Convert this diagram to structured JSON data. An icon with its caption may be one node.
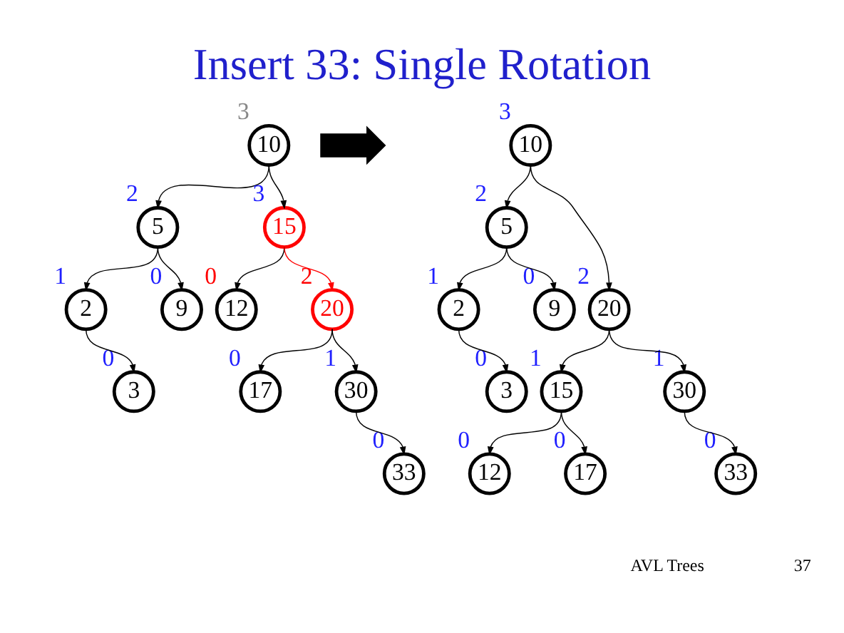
{
  "diagram": {
    "title": "Insert 33: Single Rotation",
    "nodes": [
      {
        "text": [
          "10"
        ],
        "beside": [
          "3"
        ]
      },
      {
        "text": [
          "5"
        ],
        "beside": [
          "2"
        ]
      },
      {
        "text": [
          "15"
        ],
        "beside": [
          "3"
        ]
      },
      {
        "text": [
          "2"
        ],
        "beside": [
          "1"
        ]
      },
      {
        "text": [
          "9"
        ],
        "beside": [
          "0"
        ]
      },
      {
        "text": [
          "12"
        ],
        "beside": [
          "0"
        ]
      },
      {
        "text": [
          "20"
        ],
        "beside": [
          "2"
        ]
      },
      {
        "text": [
          "3"
        ],
        "beside": [
          "0"
        ]
      },
      {
        "text": [
          "17"
        ],
        "beside": [
          "0"
        ]
      },
      {
        "text": [
          "30"
        ],
        "beside": [
          "1"
        ]
      },
      {
        "text": [
          "33"
        ],
        "beside": [
          "0"
        ]
      },
      {
        "text": [
          "10"
        ],
        "beside": [
          "3"
        ]
      },
      {
        "text": [
          "5"
        ],
        "beside": [
          "2"
        ]
      },
      {
        "text": [
          "20"
        ],
        "beside": [
          "2"
        ]
      },
      {
        "text": [
          "2"
        ],
        "beside": [
          "1"
        ]
      },
      {
        "text": [
          "9"
        ],
        "beside": [
          "0"
        ]
      },
      {
        "text": [
          "15"
        ],
        "beside": [
          "1"
        ]
      },
      {
        "text": [
          "30"
        ],
        "beside": [
          "1"
        ]
      },
      {
        "text": [
          "3"
        ],
        "beside": [
          "0"
        ]
      },
      {
        "text": [
          "12"
        ],
        "beside": [
          "0"
        ]
      },
      {
        "text": [
          "17"
        ],
        "beside": [
          "0"
        ]
      },
      {
        "text": [
          "33"
        ],
        "beside": [
          "0"
        ]
      },
      {
        "text": [],
        "shape": "arrow"
      }
    ],
    "edges": [
      {
        "from": 0,
        "to": 1,
        "arrow": "to"
      },
      {
        "from": 0,
        "to": 2,
        "arrow": "to"
      },
      {
        "from": 1,
        "to": 3,
        "arrow": "to"
      },
      {
        "from": 1,
        "to": 4,
        "arrow": "to"
      },
      {
        "from": 2,
        "to": 5,
        "arrow": "to"
      },
      {
        "from": 2,
        "to": 6,
        "arrow": "to",
        "color": "#ff0000"
      },
      {
        "from": 3,
        "to": 7,
        "arrow": "to"
      },
      {
        "from": 6,
        "to": 8,
        "arrow": "to"
      },
      {
        "from": 6,
        "to": 9,
        "arrow": "to"
      },
      {
        "from": 9,
        "to": 10,
        "arrow": "to"
      },
      {
        "from": 11,
        "to": 12,
        "arrow": "to"
      },
      {
        "from": 11,
        "to": 13,
        "arrow": "to"
      },
      {
        "from": 12,
        "to": 14,
        "arrow": "to"
      },
      {
        "from": 12,
        "to": 15,
        "arrow": "to"
      },
      {
        "from": 13,
        "to": 16,
        "arrow": "to"
      },
      {
        "from": 13,
        "to": 17,
        "arrow": "to"
      },
      {
        "from": 14,
        "to": 18,
        "arrow": "to"
      },
      {
        "from": 16,
        "to": 19,
        "arrow": "to"
      },
      {
        "from": 16,
        "to": 20,
        "arrow": "to"
      },
      {
        "from": 17,
        "to": 21,
        "arrow": "to"
      }
    ],
    "labels": [
      "AVL Trees",
      "37"
    ]
  }
}
